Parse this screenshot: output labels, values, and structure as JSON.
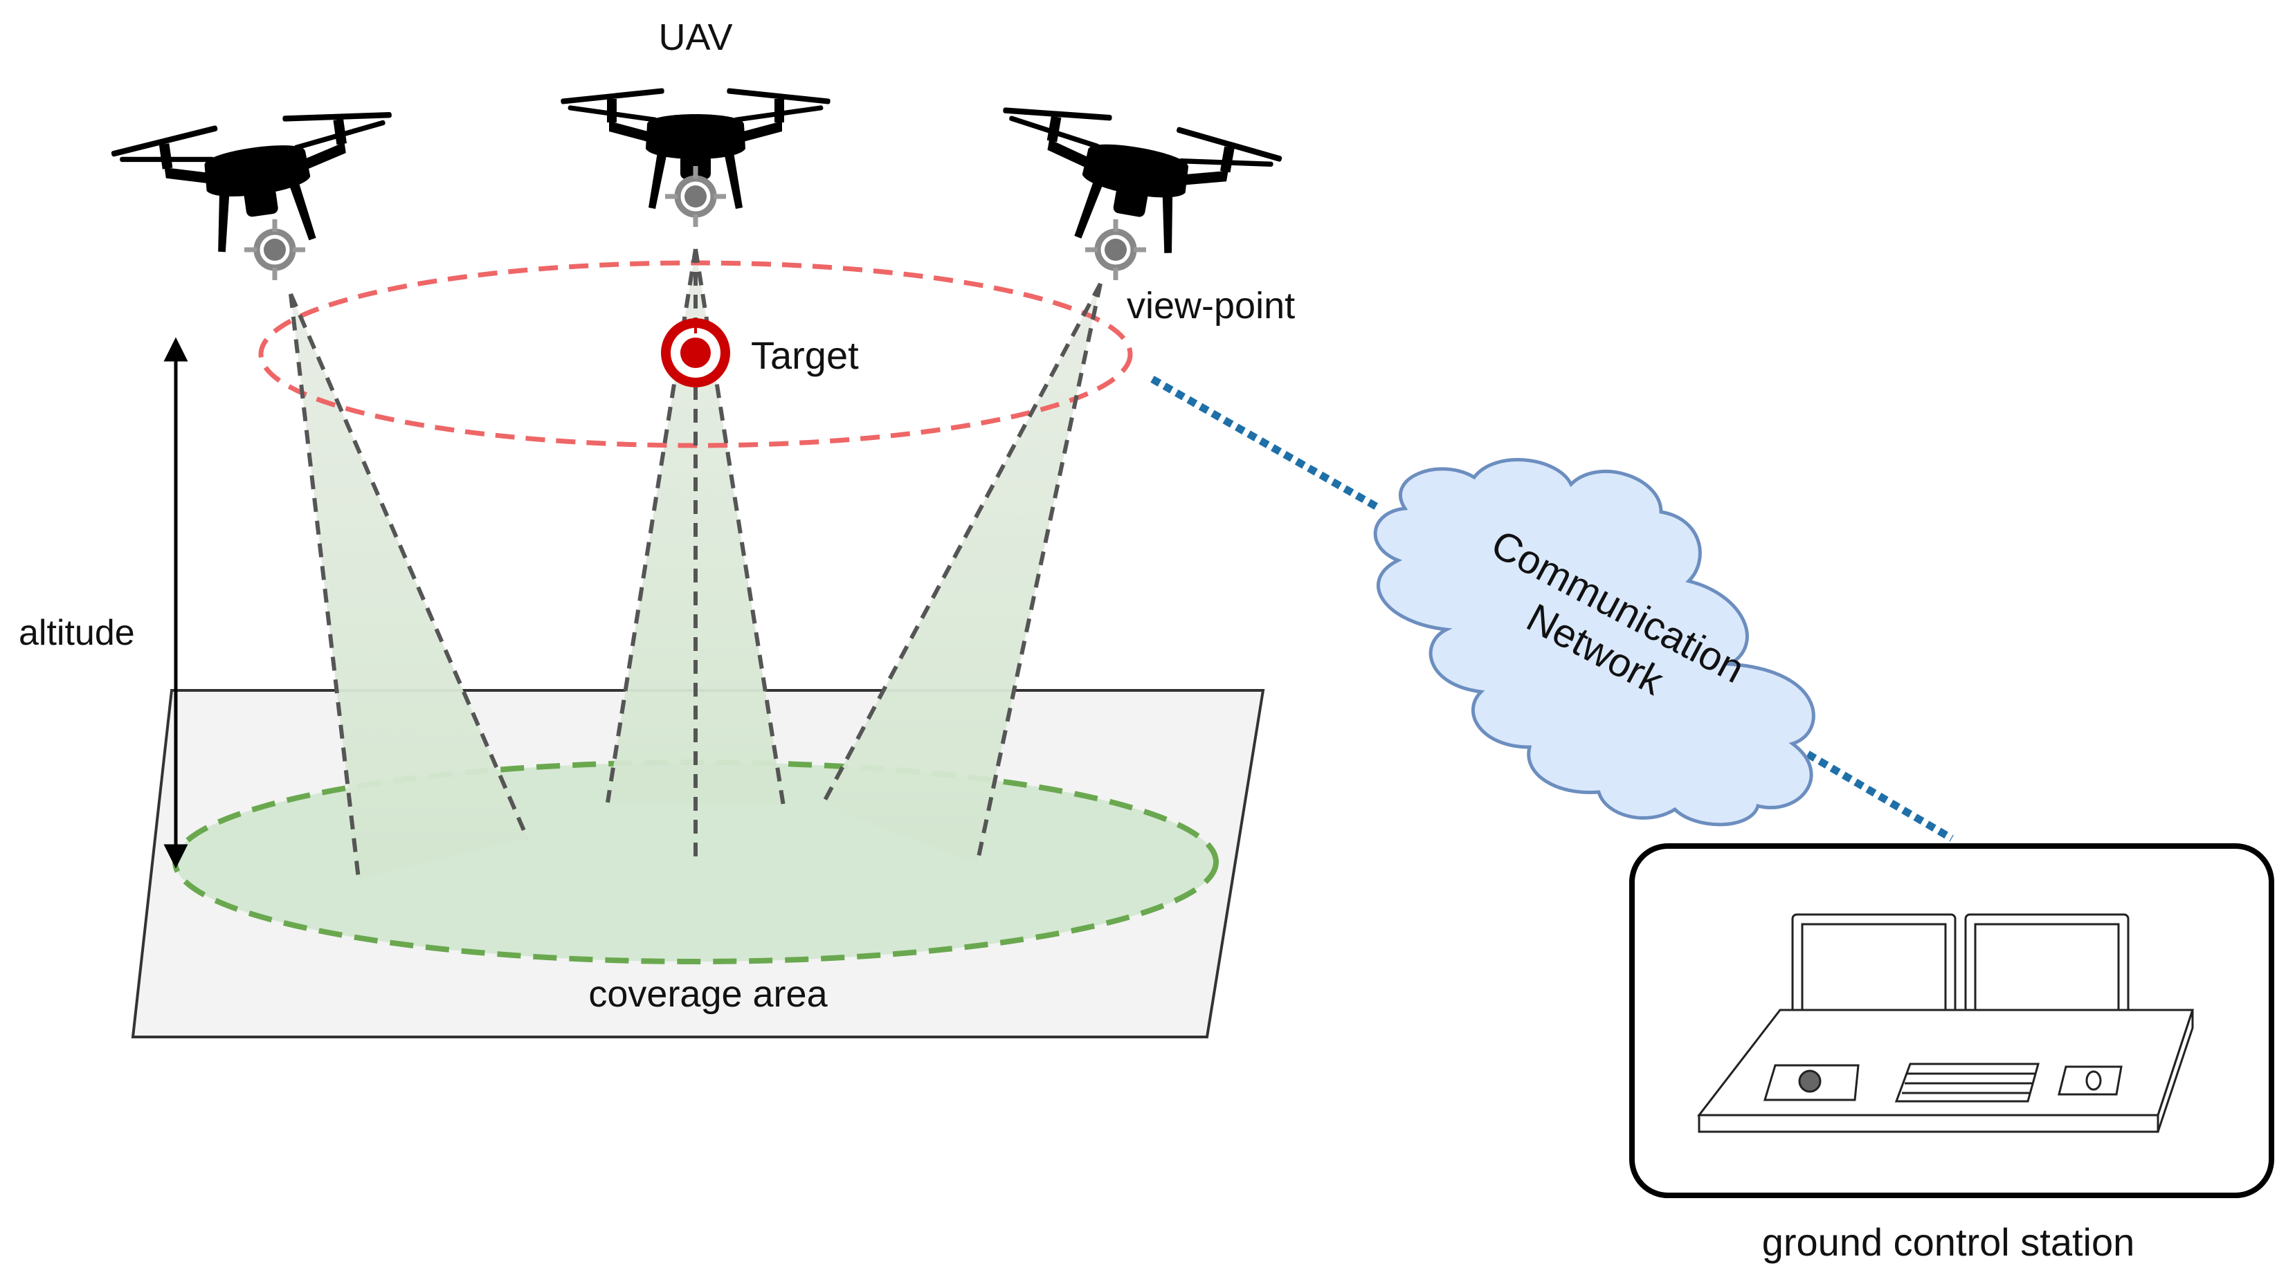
{
  "labels": {
    "uav": "UAV",
    "view_point": "view-point",
    "target": "Target",
    "altitude": "altitude",
    "coverage_area": "coverage area",
    "network_line1": "Communication",
    "network_line2": "Network",
    "ground_station": "ground control station"
  },
  "colors": {
    "view_point_orbit": "#ee6666",
    "coverage_ellipse": "#6aa84f",
    "coverage_fill": "#d5e8d4",
    "ground_plane": "#f3f3f3",
    "target": "#cc0000",
    "network_cloud": "#dae8fc",
    "network_cloud_stroke": "#6c8ebf",
    "link_line": "#1f6fa8",
    "drone": "#000000"
  },
  "icons": [
    "drone-icon",
    "camera-viewpoint-icon",
    "target-icon",
    "cloud-icon",
    "workstation-icon"
  ]
}
